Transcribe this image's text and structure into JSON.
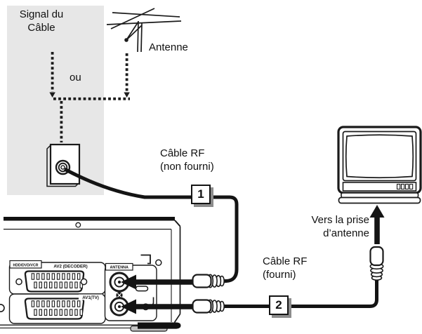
{
  "colors": {
    "ink": "#1a1a1a",
    "background": "#ffffff",
    "signal_area_bg": "#e7e7e7",
    "step_badge_shadow": "#8c8c8c",
    "recorder_foot_gray": "#c4c4c4"
  },
  "labels": {
    "signal_source_line1": "Signal du",
    "signal_source_line2": "Câble",
    "or": "ou",
    "antenna": "Antenne",
    "rf_cable_1_line1": "Câble RF",
    "rf_cable_1_line2": "(non fourni)",
    "rf_cable_2_line1": "Câble RF",
    "rf_cable_2_line2": "(fourni)",
    "to_tv_line1": "Vers la prise",
    "to_tv_line2": "d’antenne",
    "step_1": "1",
    "step_2": "2"
  },
  "rear_panel": {
    "scart1_tag": "HDD/DVD/VCR",
    "scart1_name": "AV2 (DECODER)",
    "scart2_name": "AV1(TV)",
    "antenna_tag": "ANTENNA"
  },
  "icons": {
    "antenna-icon": "tv-aerial line drawing",
    "wall-outlet-icon": "coax wall plate with female connector",
    "tv-icon": "CRT television with pedestal",
    "rf-plug-icon": "coaxial cable plug",
    "insert-arrow-icon": "solid black direction arrow",
    "screw-icon": "phillips screw head",
    "scart-icon": "21-pin SCART socket"
  }
}
